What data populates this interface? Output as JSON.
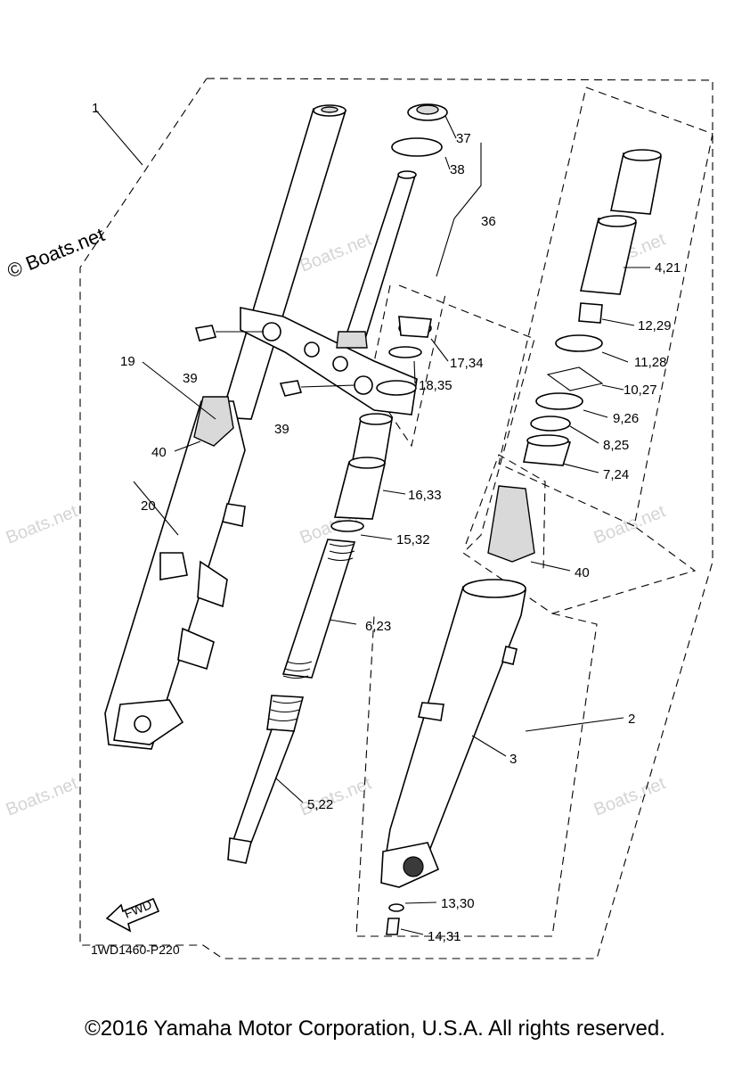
{
  "watermark": {
    "brand": "Boats.net",
    "corner_mark": "© Boats.net"
  },
  "diagram_code": "1WD1460-P220",
  "fwd_label": "FWD",
  "copyright": "©2016 Yamaha Motor Corporation, U.S.A. All rights reserved.",
  "callouts": {
    "c1": "1",
    "c37": "37",
    "c38": "38",
    "c36": "36",
    "c4_21": "4,21",
    "c12_29": "12,29",
    "c11_28": "11,28",
    "c17_34": "17,34",
    "c18_35": "18,35",
    "c19": "19",
    "c39a": "39",
    "c39b": "39",
    "c10_27": "10,27",
    "c9_26": "9,26",
    "c8_25": "8,25",
    "c7_24": "7,24",
    "c40a": "40",
    "c40b": "40",
    "c16_33": "16,33",
    "c20": "20",
    "c15_32": "15,32",
    "c6_23": "6,23",
    "c2": "2",
    "c3": "3",
    "c5_22": "5,22",
    "c13_30": "13,30",
    "c14_31": "14,31"
  }
}
